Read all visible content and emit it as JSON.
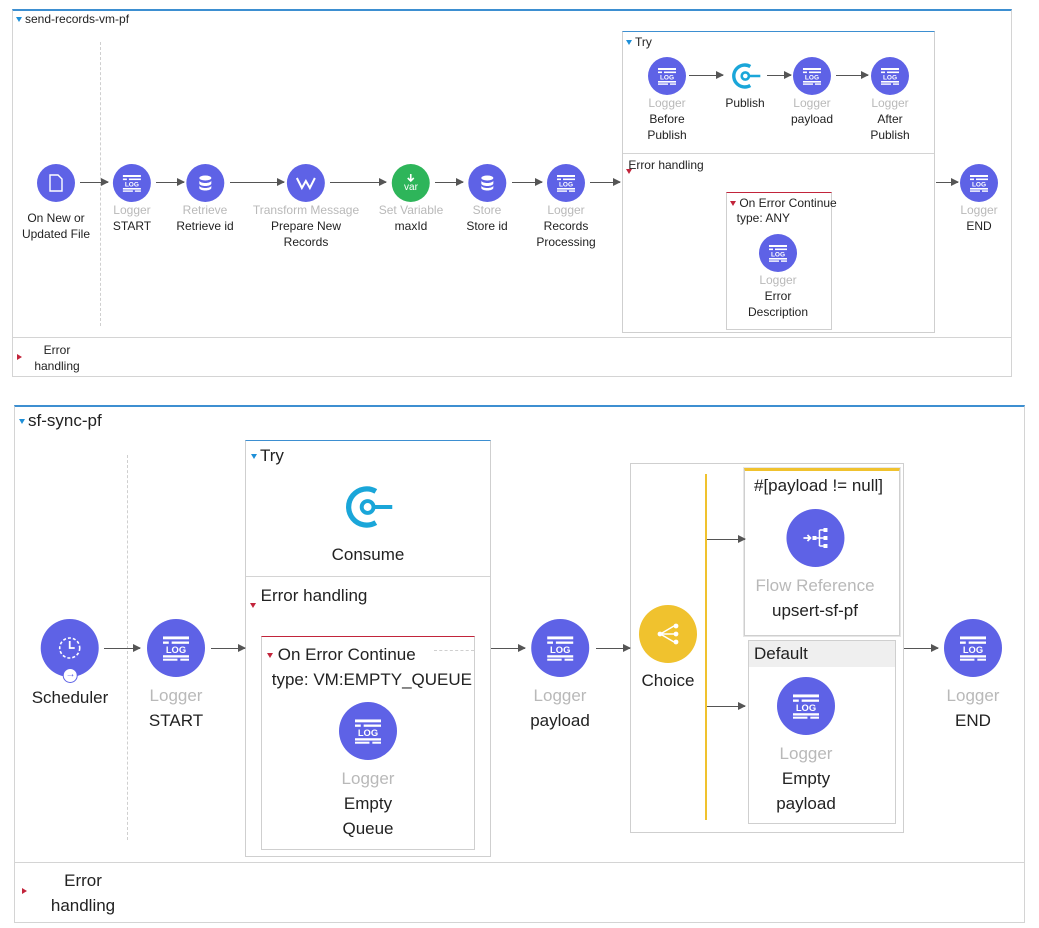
{
  "flow1": {
    "title": "send-records-vm-pf",
    "nodes": {
      "on_new_file": {
        "category": "",
        "name": "On New or Updated File"
      },
      "logger_start": {
        "category": "Logger",
        "name": "START"
      },
      "retrieve": {
        "category": "Retrieve",
        "name": "Retrieve id"
      },
      "transform": {
        "category": "Transform Message",
        "name": "Prepare New Records"
      },
      "set_variable": {
        "category": "Set Variable",
        "name": "maxId",
        "icon_text": "var"
      },
      "store": {
        "category": "Store",
        "name": "Store id"
      },
      "logger_records": {
        "category": "Logger",
        "name": "Records Processing"
      },
      "logger_before": {
        "category": "Logger",
        "name": "Before Publish"
      },
      "publish": {
        "category": "",
        "name": "Publish"
      },
      "logger_payload": {
        "category": "Logger",
        "name": "payload"
      },
      "logger_after": {
        "category": "Logger",
        "name": "After Publish"
      },
      "logger_error": {
        "category": "Logger",
        "name": "Error Description"
      },
      "logger_end": {
        "category": "Logger",
        "name": "END"
      }
    },
    "try_label": "Try",
    "error_handling_label": "Error handling",
    "on_error_continue": {
      "label": "On Error Continue",
      "type": "type: ANY"
    },
    "bottom_error_handling": "Error handling"
  },
  "flow2": {
    "title": "sf-sync-pf",
    "nodes": {
      "scheduler": {
        "category": "",
        "name": "Scheduler"
      },
      "logger_start": {
        "category": "Logger",
        "name": "START"
      },
      "consume": {
        "category": "",
        "name": "Consume"
      },
      "logger_empty_queue": {
        "category": "Logger",
        "name": "Empty Queue"
      },
      "logger_payload": {
        "category": "Logger",
        "name": "payload"
      },
      "choice": {
        "category": "",
        "name": "Choice"
      },
      "flow_reference": {
        "category": "Flow Reference",
        "name": "upsert-sf-pf"
      },
      "logger_empty_payload": {
        "category": "Logger",
        "name": "Empty payload"
      },
      "logger_end": {
        "category": "Logger",
        "name": "END"
      }
    },
    "try_label": "Try",
    "error_handling_label": "Error handling",
    "on_error_continue": {
      "label": "On Error Continue",
      "type": "type: VM:EMPTY_QUEUE"
    },
    "when_expression": "#[payload != null]",
    "default_label": "Default",
    "bottom_error_handling": "Error handling"
  },
  "icons": {
    "logger": "log-icon",
    "file": "file-icon",
    "database": "database-icon",
    "transform": "transform-icon",
    "variable": "var-icon",
    "queue": "vm-queue-icon",
    "scheduler": "clock-icon",
    "choice": "choice-branch-icon",
    "flow_ref": "flow-reference-icon"
  },
  "colors": {
    "component": "#5e62e6",
    "variable": "#2eb55a",
    "choice": "#f0c22e",
    "accent": "#3d8fd1",
    "error": "#c2243b",
    "queue": "#1aa6d9"
  }
}
